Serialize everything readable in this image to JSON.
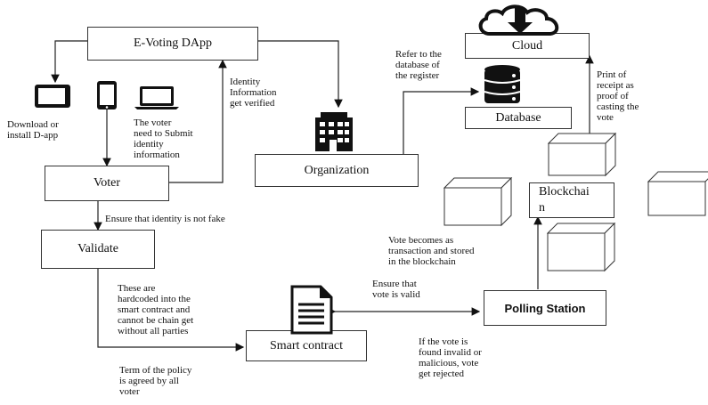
{
  "boxes": {
    "evoting": "E-Voting DApp",
    "voter": "Voter",
    "validate": "Validate",
    "organization": "Organization",
    "cloud": "Cloud",
    "database": "Database",
    "blockchain_line1": "Blockchai",
    "blockchain_line2": "n",
    "polling": "Polling Station",
    "smart_contract": "Smart contract"
  },
  "notes": {
    "download": [
      "Download or",
      "install D-app"
    ],
    "submit": [
      "The voter",
      "need to Submit",
      "identity",
      "information"
    ],
    "identity": [
      "Identity",
      "Information",
      "get verified"
    ],
    "refer": [
      "Refer to the",
      "database of",
      "the register"
    ],
    "receipt": [
      "Print of",
      "receipt as",
      "proof of",
      "casting the",
      "vote"
    ],
    "not_fake": "Ensure that identity is not fake",
    "transaction": [
      "Vote becomes as",
      "transaction and stored",
      "in the blockchain"
    ],
    "hardcoded": [
      "These are",
      "hardcoded into the",
      "smart contract and",
      "cannot be chain get",
      "without all parties"
    ],
    "valid": [
      "Ensure that",
      "vote is valid"
    ],
    "invalid": [
      "If the vote is",
      "found invalid or",
      "malicious, vote",
      "get rejected"
    ],
    "policy": [
      "Term of the policy",
      "is agreed by all",
      "voter"
    ]
  },
  "icons": [
    "tablet-icon",
    "phone-icon",
    "laptop-icon",
    "building-icon",
    "cloud-download-icon",
    "database-icon",
    "document-icon",
    "cube-icon"
  ]
}
